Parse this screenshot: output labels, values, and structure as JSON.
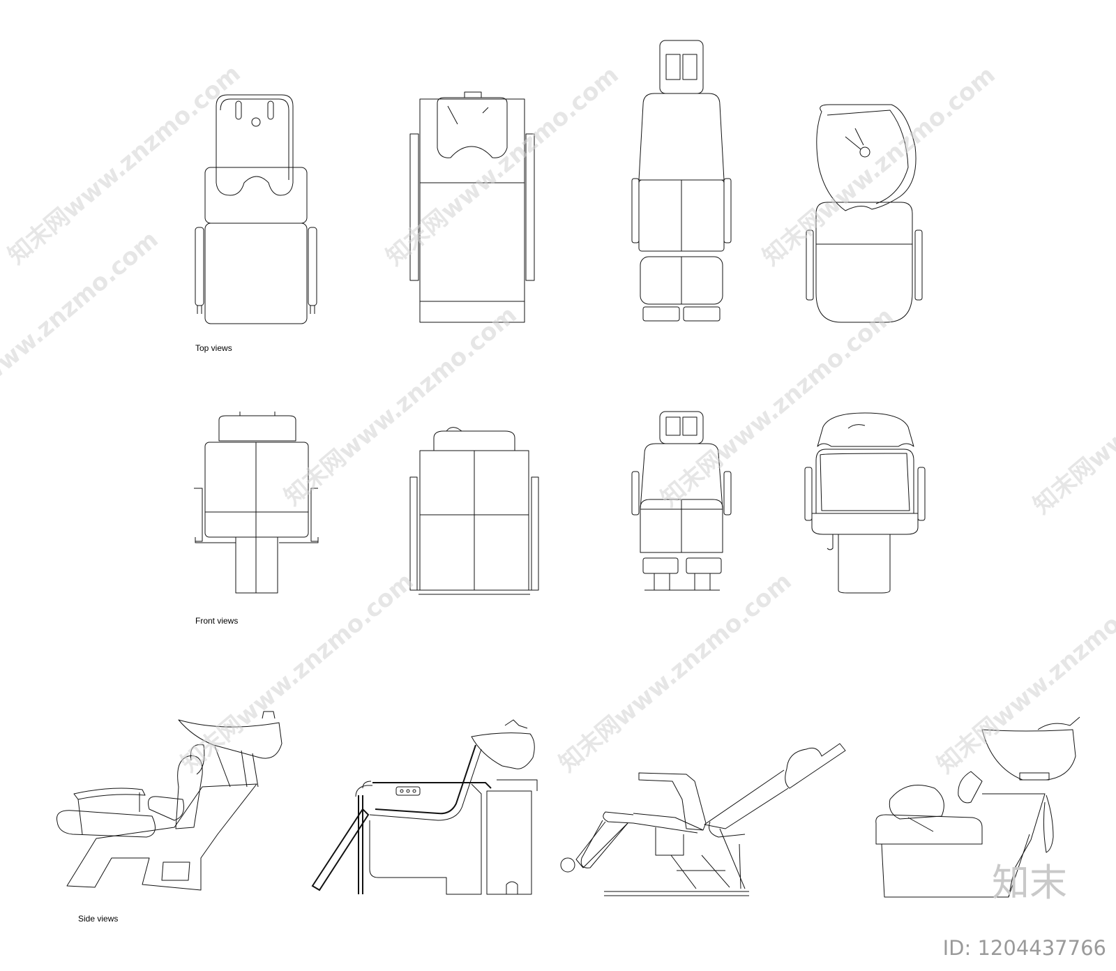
{
  "labels": {
    "top": "Top views",
    "front": "Front views",
    "side": "Side views"
  },
  "watermark": {
    "text": "知末网www.znzmo.com",
    "brand": "知末",
    "id": "ID: 1204437766"
  }
}
